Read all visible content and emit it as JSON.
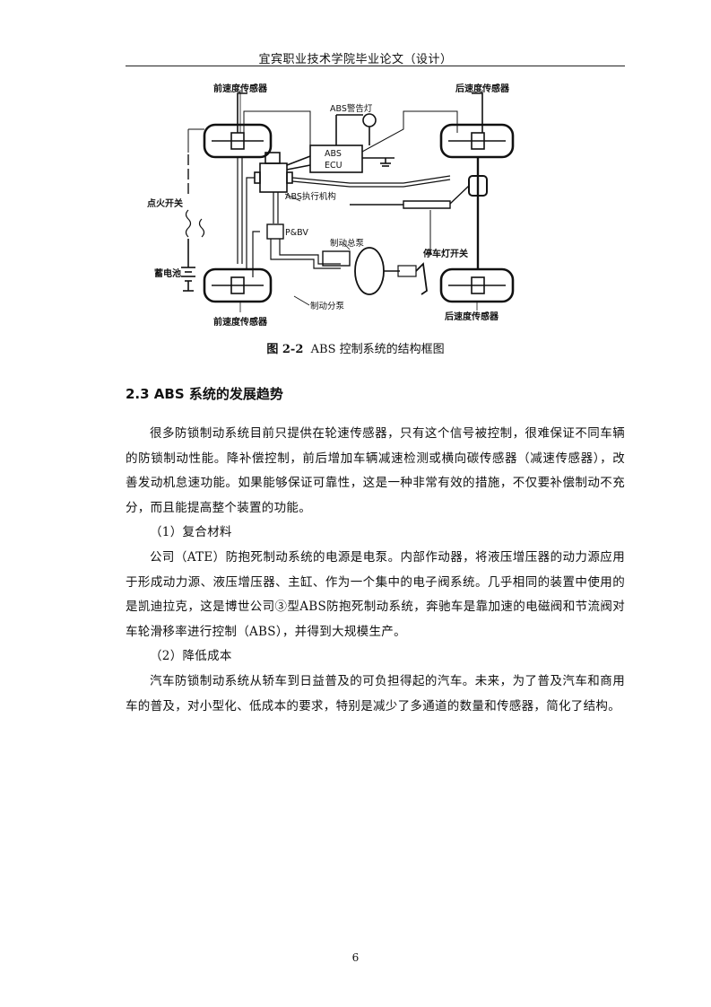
{
  "header": {
    "title": "宜宾职业技术学院毕业论文（设计）"
  },
  "figure": {
    "labels": {
      "front_sensor_top": "前速度传感器",
      "rear_sensor_top": "后速度传感器",
      "warning_light": "ABS警告灯",
      "ecu_line1": "ABS",
      "ecu_line2": "ECU",
      "actuator": "ABS执行机构",
      "ignition": "点火开关",
      "pbv": "P&BV",
      "master_cylinder": "制动总泵",
      "stop_switch": "停车灯开关",
      "battery": "蓄电池",
      "wheel_cylinder": "制动分泵",
      "front_sensor_bottom": "前速度传感器",
      "rear_sensor_bottom": "后速度传感器"
    },
    "caption_num": "图 2-2",
    "caption_text": "ABS 控制系统的结构框图"
  },
  "section": {
    "title": "2.3 ABS 系统的发展趋势"
  },
  "paragraphs": [
    "很多防锁制动系统目前只提供在轮速传感器，只有这个信号被控制，很难保证不同车辆的防锁制动性能。降补偿控制，前后增加车辆减速检测或横向碳传感器（减速传感器），改善发动机怠速功能。如果能够保证可靠性，这是一种非常有效的措施，不仅要补偿制动不充分，而且能提高整个装置的功能。",
    "（1）复合材料",
    "公司（ATE）防抱死制动系统的电源是电泵。内部作动器，将液压增压器的动力源应用于形成动力源、液压增压器、主缸、作为一个集中的电子阀系统。几乎相同的装置中使用的是凯迪拉克，这是博世公司③型ABS防抱死制动系统，奔驰车是靠加速的电磁阀和节流阀对车轮滑移率进行控制（ABS），并得到大规模生产。",
    "（2）降低成本",
    "汽车防锁制动系统从轿车到日益普及的可负担得起的汽车。未来，为了普及汽车和商用车的普及，对小型化、低成本的要求，特别是减少了多通道的数量和传感器，简化了结构。"
  ],
  "footer": {
    "page_number": "6"
  }
}
